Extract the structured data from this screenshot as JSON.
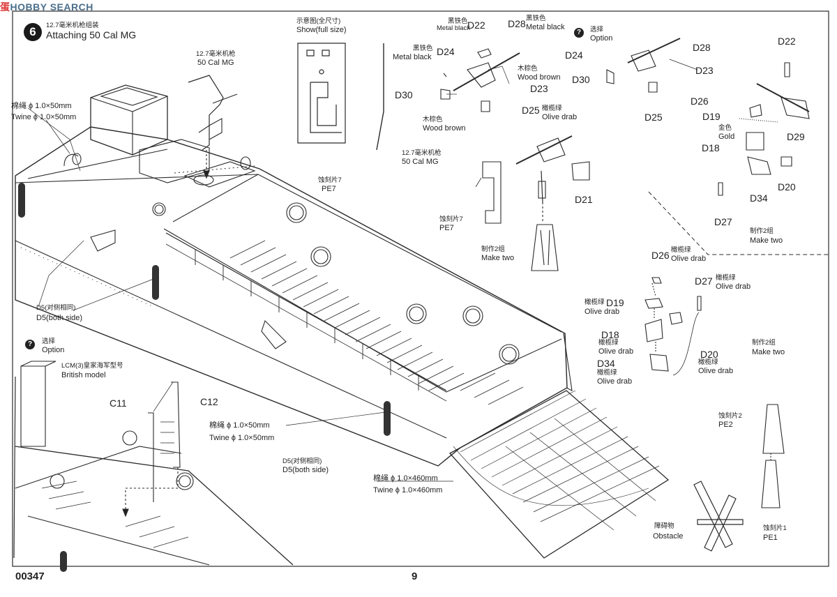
{
  "watermark": {
    "cn": "蛋",
    "en": "HOBBY SEARCH"
  },
  "step": {
    "number": "6",
    "title_cn": "12.7毫米机枪组装",
    "title_en": "Attaching 50 Cal MG"
  },
  "show": {
    "cn": "示意图(全尺寸)",
    "en": "Show(full size)"
  },
  "pe7": {
    "cn": "蚀刻片7",
    "en": "PE7"
  },
  "mg": {
    "cn": "12.7毫米机枪",
    "en": "50 Cal MG"
  },
  "twine50": {
    "cn": "棉绳 ϕ 1.0×50mm",
    "en": "Twine ϕ 1.0×50mm"
  },
  "twine460": {
    "cn": "棉绳 ϕ 1.0×460mm",
    "en": "Twine ϕ 1.0×460mm"
  },
  "d5": {
    "cn": "D5(对侧相同)",
    "en": "D5(both side)"
  },
  "option": {
    "cn": "选择",
    "en": "Option"
  },
  "british": {
    "cn": "LCM(3)皇家海军型号",
    "en": "British model"
  },
  "make_two": {
    "cn": "制作2组",
    "en": "Make two"
  },
  "metal_black": {
    "cn": "黑铁色",
    "en": "Metal black"
  },
  "wood_brown": {
    "cn": "木棕色",
    "en": "Wood brown"
  },
  "olive_drab": {
    "cn": "橄榄绿",
    "en": "Olive drab"
  },
  "gold": {
    "cn": "金色",
    "en": "Gold"
  },
  "obstacle": {
    "cn": "障碍物",
    "en": "Obstacle"
  },
  "pe1": {
    "cn": "蚀刻片1",
    "en": "PE1"
  },
  "pe2": {
    "cn": "蚀刻片2",
    "en": "PE2"
  },
  "parts": {
    "d18": "D18",
    "d19": "D19",
    "d20": "D20",
    "d21": "D21",
    "d22": "D22",
    "d23": "D23",
    "d24": "D24",
    "d25": "D25",
    "d26": "D26",
    "d27": "D27",
    "d28": "D28",
    "d29": "D29",
    "d30": "D30",
    "d34": "D34",
    "c11": "C11",
    "c12": "C12"
  },
  "footer": {
    "code": "00347",
    "page": "9"
  },
  "colors": {
    "ink": "#222222",
    "watermark_red": "#dd3333",
    "watermark_blue": "#4a6e8c"
  }
}
